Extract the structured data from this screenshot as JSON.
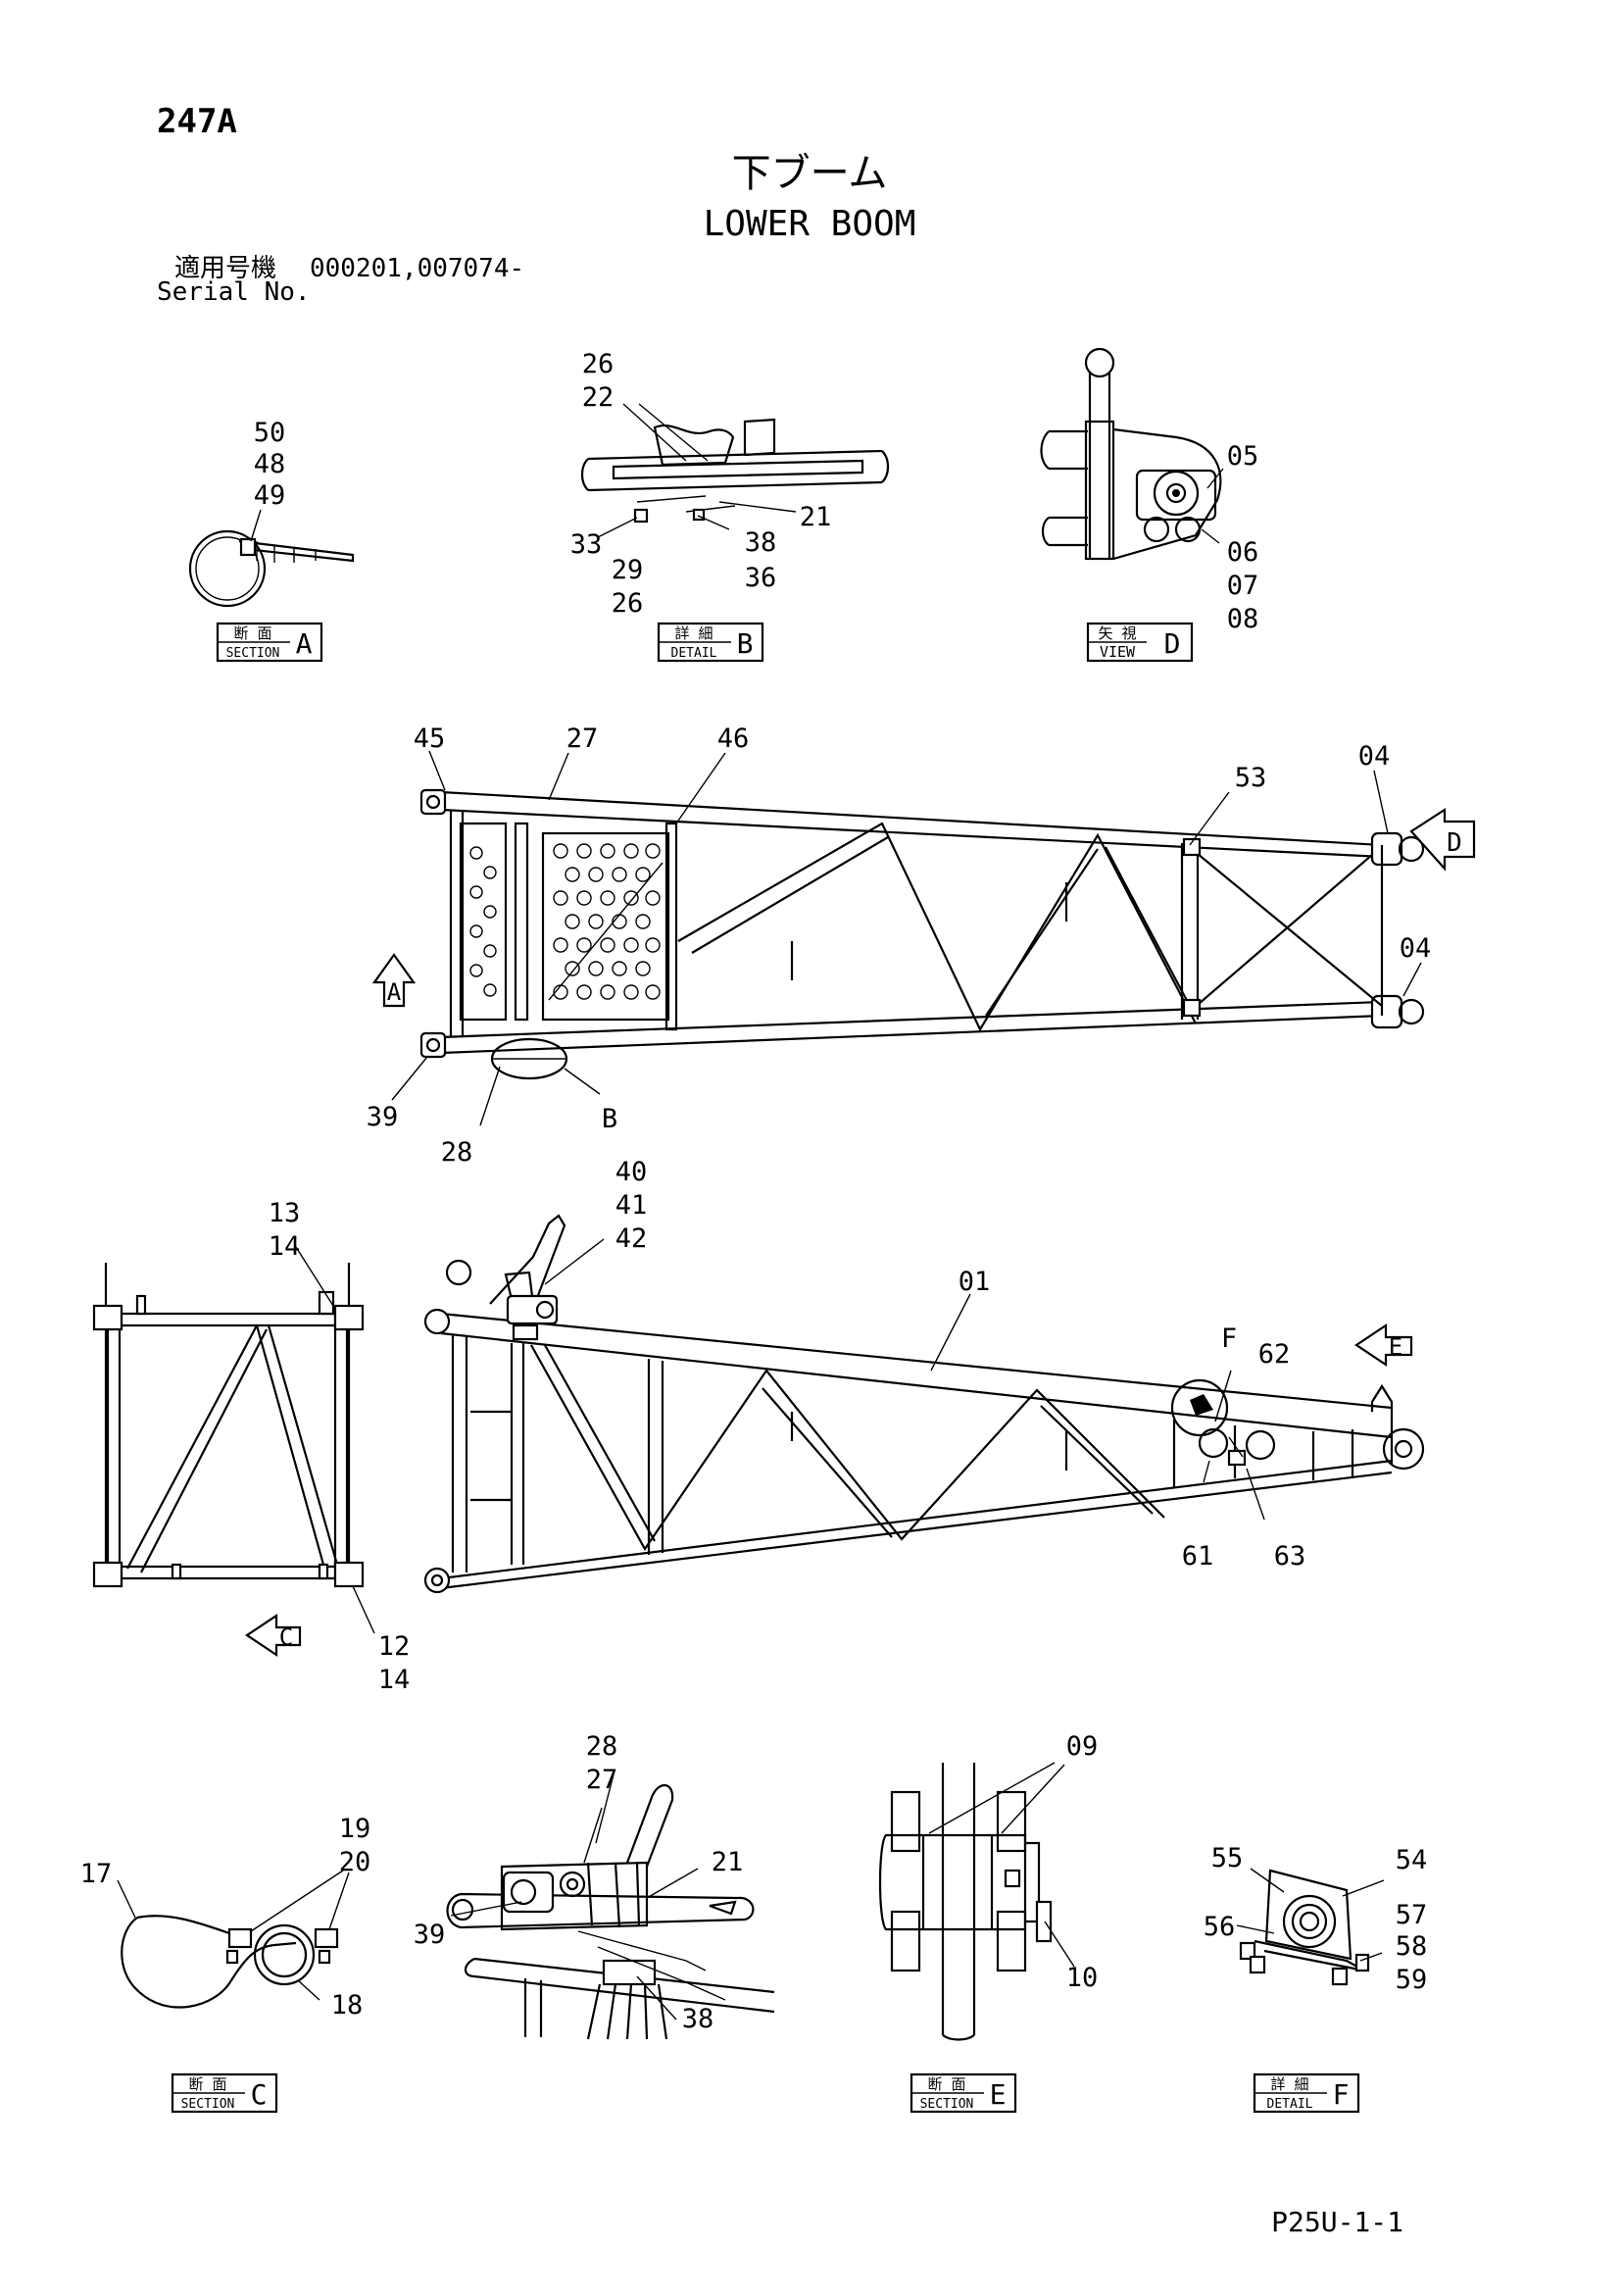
{
  "page_number": "247A",
  "title_jp": "下ブーム",
  "title_en": "LOWER BOOM",
  "serial": {
    "label_jp": "適用号機",
    "value": "000201,007074-",
    "label_en": "Serial No."
  },
  "labels": {
    "sectionA": {
      "jp": "断 面",
      "en": "SECTION",
      "letter": "A"
    },
    "detailB": {
      "jp": "詳 細",
      "en": "DETAIL",
      "letter": "B"
    },
    "viewD": {
      "jp": "矢 視",
      "en": "VIEW",
      "letter": "D"
    },
    "sectionC": {
      "jp": "断 面",
      "en": "SECTION",
      "letter": "C"
    },
    "sectionE": {
      "jp": "断 面",
      "en": "SECTION",
      "letter": "E"
    },
    "detailF": {
      "jp": "詳 細",
      "en": "DETAIL",
      "letter": "F"
    }
  },
  "callouts": {
    "c50": "50",
    "c48": "48",
    "c49": "49",
    "c26a": "26",
    "c22": "22",
    "c21a": "21",
    "c33": "33",
    "c29": "29",
    "c26b": "26",
    "c38a": "38",
    "c36": "36",
    "c05": "05",
    "c06": "06",
    "c07": "07",
    "c08": "08",
    "c45": "45",
    "c27a": "27",
    "c46": "46",
    "c53": "53",
    "c04a": "04",
    "c04b": "04",
    "c39a": "39",
    "c28a": "28",
    "cB": "B",
    "arrowD": "D",
    "arrowA": "A",
    "c13": "13",
    "c14a": "14",
    "c12": "12",
    "c14b": "14",
    "arrowC": "C",
    "c40": "40",
    "c41": "41",
    "c42": "42",
    "c01": "01",
    "cF": "F",
    "c62": "62",
    "arrowE": "E",
    "c61": "61",
    "c63": "63",
    "c17": "17",
    "c19": "19",
    "c20": "20",
    "c18": "18",
    "c28b": "28",
    "c27b": "27",
    "c21b": "21",
    "c39b": "39",
    "c38b": "38",
    "c09": "09",
    "c10": "10",
    "c55": "55",
    "c54": "54",
    "c56": "56",
    "c57": "57",
    "c58": "58",
    "c59": "59"
  },
  "sheet_code": "P25U-1-1"
}
